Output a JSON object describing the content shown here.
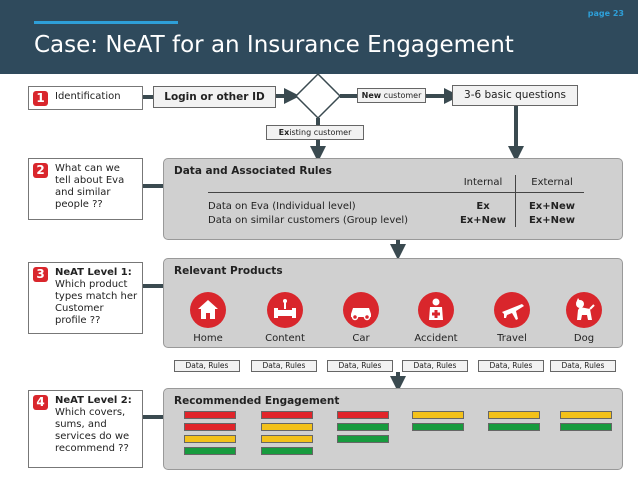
{
  "header": {
    "page_label": "page 23",
    "title": "Case: NeAT for an Insurance Engagement"
  },
  "steps": [
    {
      "num": "1",
      "bold": "",
      "text": "Identification"
    },
    {
      "num": "2",
      "bold": "",
      "text": "What can we tell about Eva and similar people ??"
    },
    {
      "num": "3",
      "bold": "NeAT Level 1:",
      "text": "Which product types match her Customer profile ??"
    },
    {
      "num": "4",
      "bold": "NeAT Level 2:",
      "text": "Which covers, sums, and services do we recommend ??"
    }
  ],
  "flow": {
    "login": "Login or other ID",
    "new_bold": "New",
    "new_rest": " customer",
    "existing_bold": "Ex",
    "existing_rest": "isting customer",
    "questions": "3-6 basic questions"
  },
  "rules": {
    "title": "Data and Associated Rules",
    "col_internal": "Internal",
    "col_external": "External",
    "rows": [
      {
        "label": "Data on Eva (Individual level)",
        "internal": "Ex",
        "external": "Ex+New"
      },
      {
        "label": "Data on similar customers (Group level)",
        "internal": "Ex+New",
        "external": "Ex+New"
      }
    ]
  },
  "products": {
    "title": "Relevant Products",
    "items": [
      {
        "name": "Home",
        "icon": "home-icon"
      },
      {
        "name": "Content",
        "icon": "sofa-icon"
      },
      {
        "name": "Car",
        "icon": "car-icon"
      },
      {
        "name": "Accident",
        "icon": "medical-person-icon"
      },
      {
        "name": "Travel",
        "icon": "airplane-icon"
      },
      {
        "name": "Dog",
        "icon": "dog-icon"
      }
    ],
    "data_rules_label": "Data, Rules"
  },
  "recommended": {
    "title": "Recommended Engagement",
    "columns": [
      [
        "red",
        "red",
        "yellow",
        "green"
      ],
      [
        "red",
        "yellow",
        "yellow",
        "green"
      ],
      [
        "red",
        "green",
        "green"
      ],
      [
        "yellow",
        "green"
      ],
      [
        "yellow",
        "green"
      ],
      [
        "yellow",
        "green"
      ]
    ]
  },
  "colors": {
    "header_bg": "#2f4a5c",
    "accent_blue": "#2e9fd8",
    "step_red": "#d9262c",
    "panel_gray": "#d0d0d0",
    "arrow_dark": "#3a4a50",
    "bar_red": "#e0242a",
    "bar_yellow": "#f3c11a",
    "bar_green": "#179b3e"
  }
}
